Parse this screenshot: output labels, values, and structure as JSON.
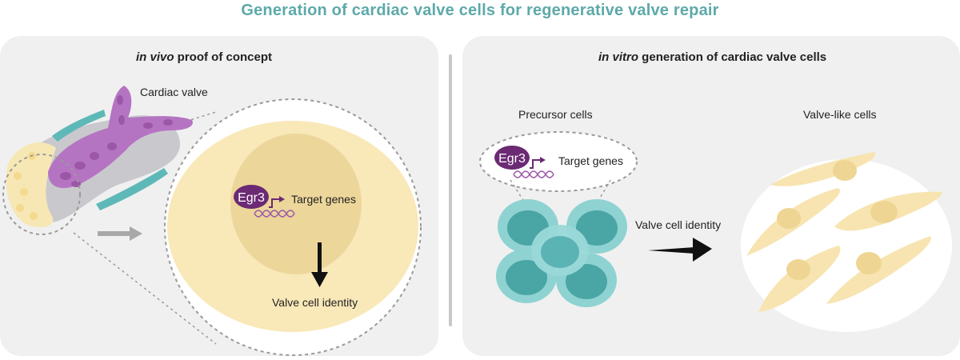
{
  "title": "Generation of cardiac valve cells for regenerative valve repair",
  "left_panel": {
    "heading_italic": "in vivo",
    "heading_rest": " proof of concept",
    "cardiac_valve_label": "Cardiac valve",
    "egr3_label": "Egr3",
    "target_genes_label": "Target genes",
    "identity_label": "Valve cell identity"
  },
  "right_panel": {
    "heading_italic": "in vitro",
    "heading_rest": " generation of cardiac valve cells",
    "precursor_label": "Precursor cells",
    "valve_like_label": "Valve-like cells",
    "egr3_label": "Egr3",
    "target_genes_label": "Target genes",
    "identity_label": "Valve cell identity"
  },
  "colors": {
    "title": "#5ea9a9",
    "panel_bg": "#f0f0f0",
    "purple": "#6b2a73",
    "magenta_valve": "#b878c4",
    "teal": "#5fb8b8",
    "cream": "#f8e7b5",
    "nucleus": "#eed79b"
  }
}
